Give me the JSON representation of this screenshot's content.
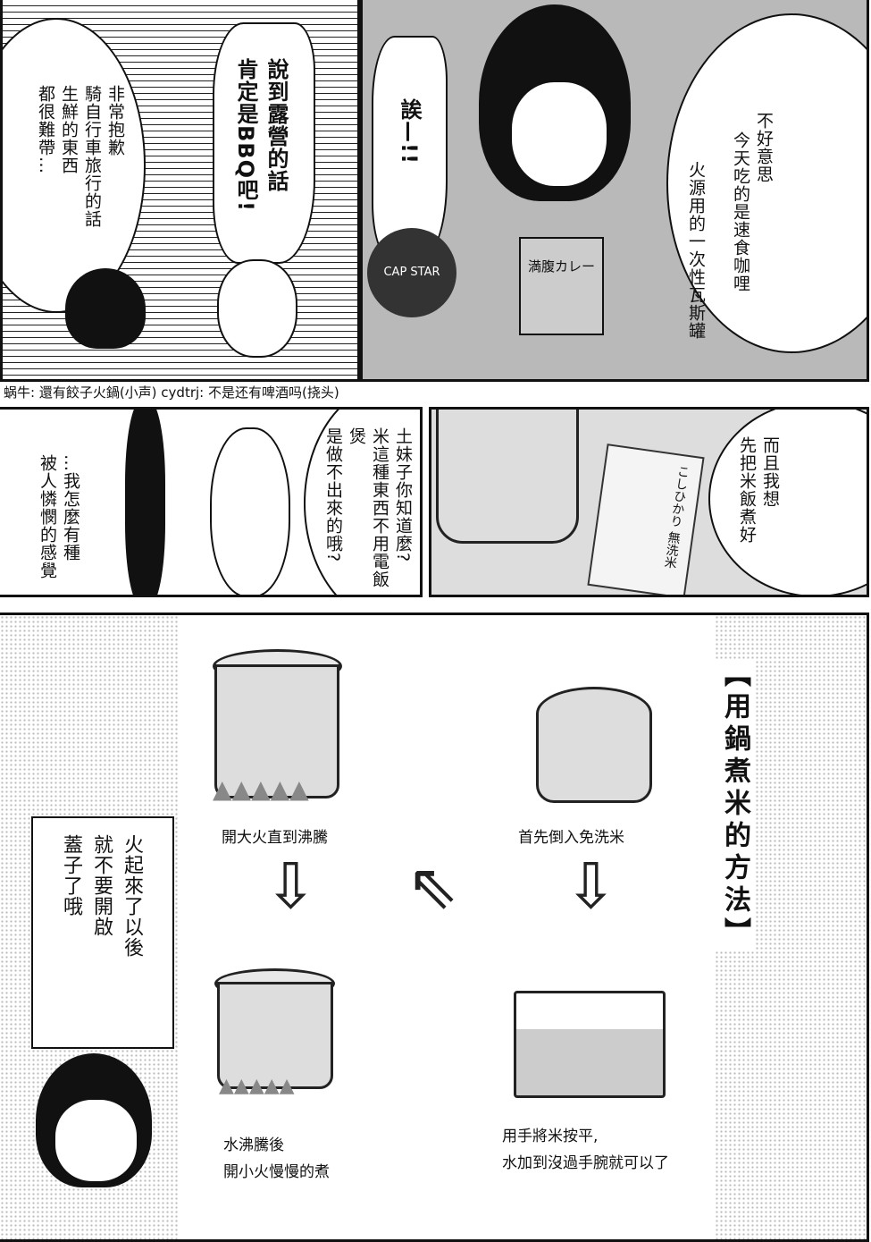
{
  "panel1": {
    "bubble_apology": [
      "非常抱歉",
      "騎自行車旅行的話",
      "生鮮的東西",
      "都很難帶…"
    ],
    "bubble_bbq": [
      "說到露營的話",
      "肯定是BBQ吧!"
    ]
  },
  "panel2": {
    "bubble_exclaim": "誒—!!",
    "bubble_curry": [
      "不好意思",
      "今天吃的是速食咖哩",
      "火源用的一次性瓦斯罐"
    ],
    "curry_box": "満腹カレー",
    "gas_can": "CAP STAR"
  },
  "translator_note": "蜗牛: 還有餃子火鍋(小声) cydtrj: 不是还有啤酒吗(挠头)",
  "panel3": {
    "bubble_rice": [
      "土妹子你知道麼?",
      "米這種東西不用電飯煲",
      "是做不出來的哦?"
    ],
    "narration": [
      "…我怎麼有種",
      "被人憐憫的感覺"
    ]
  },
  "panel4": {
    "bubble": [
      "而且我想",
      "先把米飯煮好"
    ],
    "rice_bag": "こしひかり 無洗米"
  },
  "guide": {
    "title": "【用鍋煮米的方法】",
    "step1": "首先倒入免洗米",
    "step2": [
      "用手將米按平,",
      "水加到沒過手腕就可以了"
    ],
    "step3": "開大火直到沸騰",
    "step4": [
      "水沸騰後",
      "開小火慢慢的煮"
    ],
    "bubble": [
      "火起來了以後",
      "就不要開啟",
      "蓋子了哦"
    ]
  }
}
